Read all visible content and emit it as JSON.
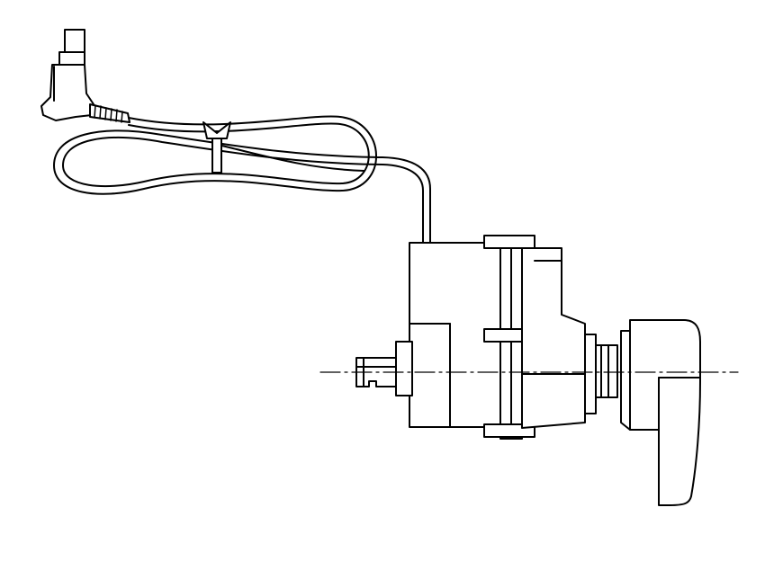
{
  "diagram": {
    "labels": [],
    "colors": {
      "background": "#ffffff",
      "line": "#000000",
      "body_fill": "#ffffff"
    },
    "components": [
      "dc-plug-connector",
      "coiled-cable",
      "cable-tie",
      "motor-housing",
      "gearbox-housing",
      "drive-shaft",
      "control-knob",
      "center-axis-line"
    ]
  }
}
